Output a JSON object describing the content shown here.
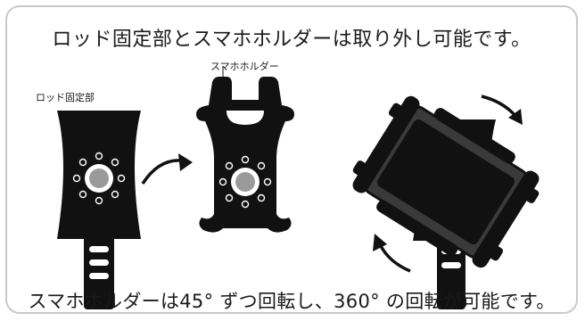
{
  "title": "ロッド固定部とスマホホルダーは取り外し可能です。",
  "labels": {
    "phone_holder": "スマホホルダー",
    "rod_mount": "ロッド固定部"
  },
  "caption": "スマホホルダーは45° ずつ回転し、360° の回転が可能です。",
  "colors": {
    "product": "#111111",
    "frame_border": "#c9c9c9",
    "hub": "#9a9a9a"
  },
  "icons": [
    "curved-arrow-icon",
    "rotate-clockwise-arrow-icon",
    "rotate-counterclockwise-arrow-icon"
  ]
}
